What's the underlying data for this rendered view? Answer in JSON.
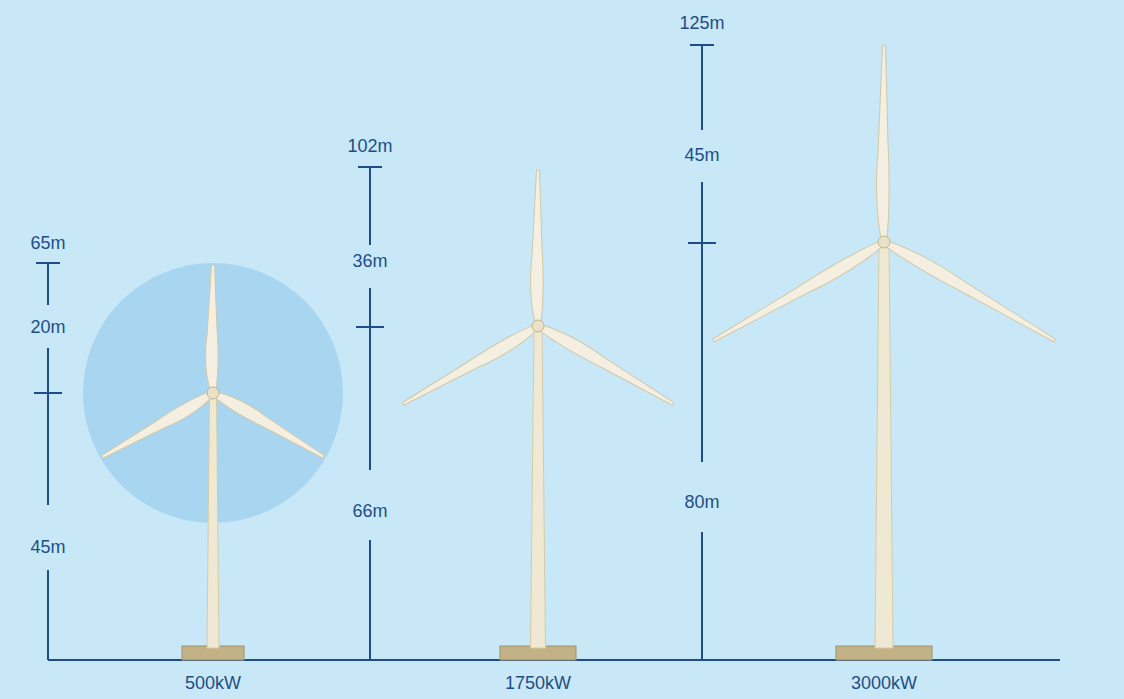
{
  "diagram": {
    "labels": [
      "65m",
      "20m",
      "45m",
      "500kW",
      "102m",
      "36m",
      "66m",
      "1750kW",
      "125m",
      "45m",
      "80m",
      "3000kW"
    ]
  }
}
